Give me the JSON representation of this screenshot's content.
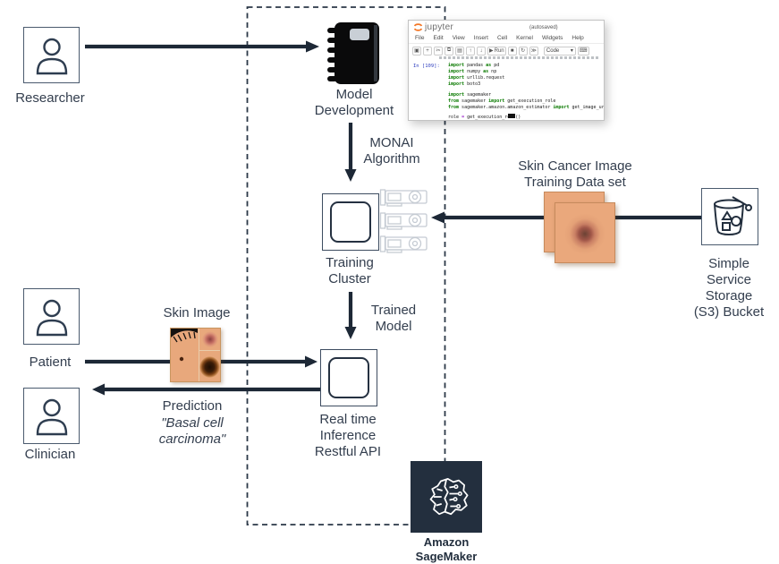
{
  "colors": {
    "ink": "#232F3E",
    "arrow": "#1D2836",
    "label_text": "#333E4E",
    "skin_tone": "#EAA87C",
    "gpu_gray": "#C5CBD3",
    "sagemaker_bg": "#232F3E",
    "jupyter_orange": "#F37726",
    "keyword_green": "#0A7A00"
  },
  "labels": {
    "researcher": "Researcher",
    "patient": "Patient",
    "clinician": "Clinician",
    "model_development": "Model\nDevelopment",
    "monai_algorithm": "MONAI\nAlgorithm",
    "training_cluster": "Training\nCluster",
    "trained_model": "Trained\nModel",
    "realtime_inference": "Real time\nInference\nRestful API",
    "skin_cancer_dataset": "Skin Cancer Image\nTraining Data set",
    "s3_bucket": "Simple\nService\nStorage\n(S3) Bucket",
    "skin_image": "Skin Image",
    "prediction_title": "Prediction",
    "prediction_value": "\"Basal cell\ncarcinoma\"",
    "amazon_sagemaker": "Amazon\nSageMaker"
  },
  "jupyter": {
    "logo_text": "jupyter",
    "autosave_status": "(autosaved)",
    "menu": [
      "File",
      "Edit",
      "View",
      "Insert",
      "Cell",
      "Kernel",
      "Widgets",
      "Help"
    ],
    "toolbar": [
      {
        "name": "save-icon",
        "glyph": "▣"
      },
      {
        "name": "add-cell-icon",
        "glyph": "+"
      },
      {
        "name": "cut-icon",
        "glyph": "✂"
      },
      {
        "name": "copy-icon",
        "glyph": "⧉"
      },
      {
        "name": "paste-icon",
        "glyph": "▤"
      },
      {
        "name": "move-up-icon",
        "glyph": "↑"
      },
      {
        "name": "move-down-icon",
        "glyph": "↓"
      },
      {
        "name": "run-button",
        "glyph": "▶",
        "label": "Run"
      },
      {
        "name": "stop-icon",
        "glyph": "■"
      },
      {
        "name": "restart-icon",
        "glyph": "↻"
      },
      {
        "name": "fast-forward-icon",
        "glyph": "≫"
      },
      {
        "name": "keyboard-icon",
        "glyph": "⌨"
      }
    ],
    "cell_type_dropdown": "Code",
    "dropdown_arrow": "▾",
    "prompt": "In [109]:",
    "code_lines": [
      [
        [
          "k",
          "import"
        ],
        [
          "t",
          " pandas "
        ],
        [
          "k",
          "as"
        ],
        [
          "t",
          " pd"
        ]
      ],
      [
        [
          "k",
          "import"
        ],
        [
          "t",
          " numpy "
        ],
        [
          "k",
          "as"
        ],
        [
          "t",
          " np"
        ]
      ],
      [
        [
          "k",
          "import"
        ],
        [
          "t",
          " urllib.request"
        ]
      ],
      [
        [
          "k",
          "import"
        ],
        [
          "t",
          " boto3"
        ]
      ],
      [],
      [
        [
          "k",
          "import"
        ],
        [
          "t",
          " sagemaker"
        ]
      ],
      [
        [
          "k",
          "from"
        ],
        [
          "t",
          " sagemaker "
        ],
        [
          "k",
          "import"
        ],
        [
          "t",
          " get_execution_role"
        ]
      ],
      [
        [
          "k",
          "from"
        ],
        [
          "t",
          " sagemaker.amazon.amazon_estimator "
        ],
        [
          "k",
          "import"
        ],
        [
          "t",
          " get_image_uri"
        ]
      ],
      [],
      [
        [
          "t",
          "role "
        ],
        [
          "o",
          "="
        ],
        [
          "t",
          " get_execution_role()"
        ]
      ]
    ]
  }
}
